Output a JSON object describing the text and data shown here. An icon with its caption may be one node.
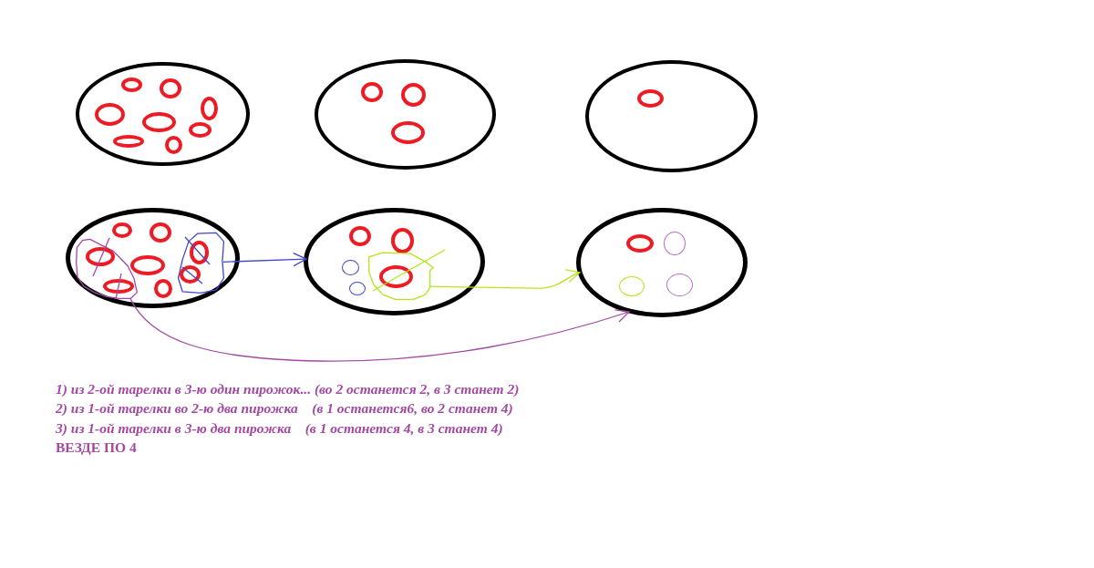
{
  "diagram": {
    "nodes": [
      {
        "text": [],
        "shape": "ellipse"
      },
      {
        "text": [],
        "shape": "ellipse",
        "in": 0
      },
      {
        "text": [],
        "shape": "ellipse",
        "in": 0
      },
      {
        "text": [],
        "shape": "ellipse",
        "in": 0
      },
      {
        "text": [],
        "shape": "ellipse",
        "in": 0
      },
      {
        "text": [],
        "shape": "ellipse",
        "in": 0
      },
      {
        "text": [],
        "shape": "ellipse",
        "in": 0
      },
      {
        "text": [],
        "shape": "ellipse",
        "in": 0
      },
      {
        "text": [],
        "shape": "ellipse",
        "in": 0
      },
      {
        "text": [],
        "shape": "ellipse"
      },
      {
        "text": [],
        "shape": "ellipse",
        "in": 9
      },
      {
        "text": [],
        "shape": "ellipse",
        "in": 9
      },
      {
        "text": [],
        "shape": "ellipse",
        "in": 9
      },
      {
        "text": [],
        "shape": "ellipse"
      },
      {
        "text": [],
        "shape": "ellipse",
        "in": 13
      },
      {
        "text": [],
        "shape": "ellipse"
      },
      {
        "text": [],
        "shape": "ellipse",
        "in": 15
      },
      {
        "text": [],
        "shape": "ellipse",
        "in": 15
      },
      {
        "text": [],
        "shape": "loop",
        "in": 15
      },
      {
        "text": [],
        "shape": "ellipse",
        "in": 18
      },
      {
        "text": [],
        "shape": "ellipse",
        "in": 18
      },
      {
        "text": [],
        "shape": "ellipse",
        "in": 15
      },
      {
        "text": [],
        "shape": "ellipse",
        "in": 15
      },
      {
        "text": [],
        "shape": "loop",
        "in": 15
      },
      {
        "text": [],
        "shape": "ellipse",
        "in": 23
      },
      {
        "text": [],
        "shape": "ellipse",
        "in": 23
      },
      {
        "text": [],
        "shape": "ellipse"
      },
      {
        "text": [],
        "shape": "ellipse",
        "in": 26
      },
      {
        "text": [],
        "shape": "ellipse",
        "in": 26
      },
      {
        "text": [],
        "shape": "circle",
        "in": 26
      },
      {
        "text": [],
        "shape": "loop",
        "in": 26
      },
      {
        "text": [],
        "shape": "ellipse",
        "in": 30
      },
      {
        "text": [],
        "shape": "circle",
        "in": 26
      },
      {
        "text": [],
        "shape": "ellipse"
      },
      {
        "text": [],
        "shape": "ellipse",
        "in": 33
      },
      {
        "text": [],
        "shape": "circle",
        "in": 33
      },
      {
        "text": [],
        "shape": "circle",
        "in": 33
      },
      {
        "text": [],
        "shape": "circle",
        "in": 33
      }
    ],
    "edges": [
      {
        "from": 23,
        "to": 26,
        "arrow": "to",
        "color": "#3f48cc"
      },
      {
        "from": 30,
        "to": 33,
        "arrow": "to",
        "color": "#b5e61d"
      },
      {
        "from": 18,
        "to": 33,
        "arrow": "to",
        "color": "#a349a4"
      }
    ],
    "labels": [
      "1) из 2-ой тарелки в 3-ю один пирожок... (во 2 останется 2, в 3 станет 2)",
      "2) из 1-ой тарелки во 2-ю два пирожка    (в 1 останется6, во 2 станет 4)",
      "3) из 1-ой тарелки в 3-ю два пирожка    (в 1 останется 4, в 3 станет 4)",
      "ВЕЗДЕ ПО 4"
    ]
  }
}
